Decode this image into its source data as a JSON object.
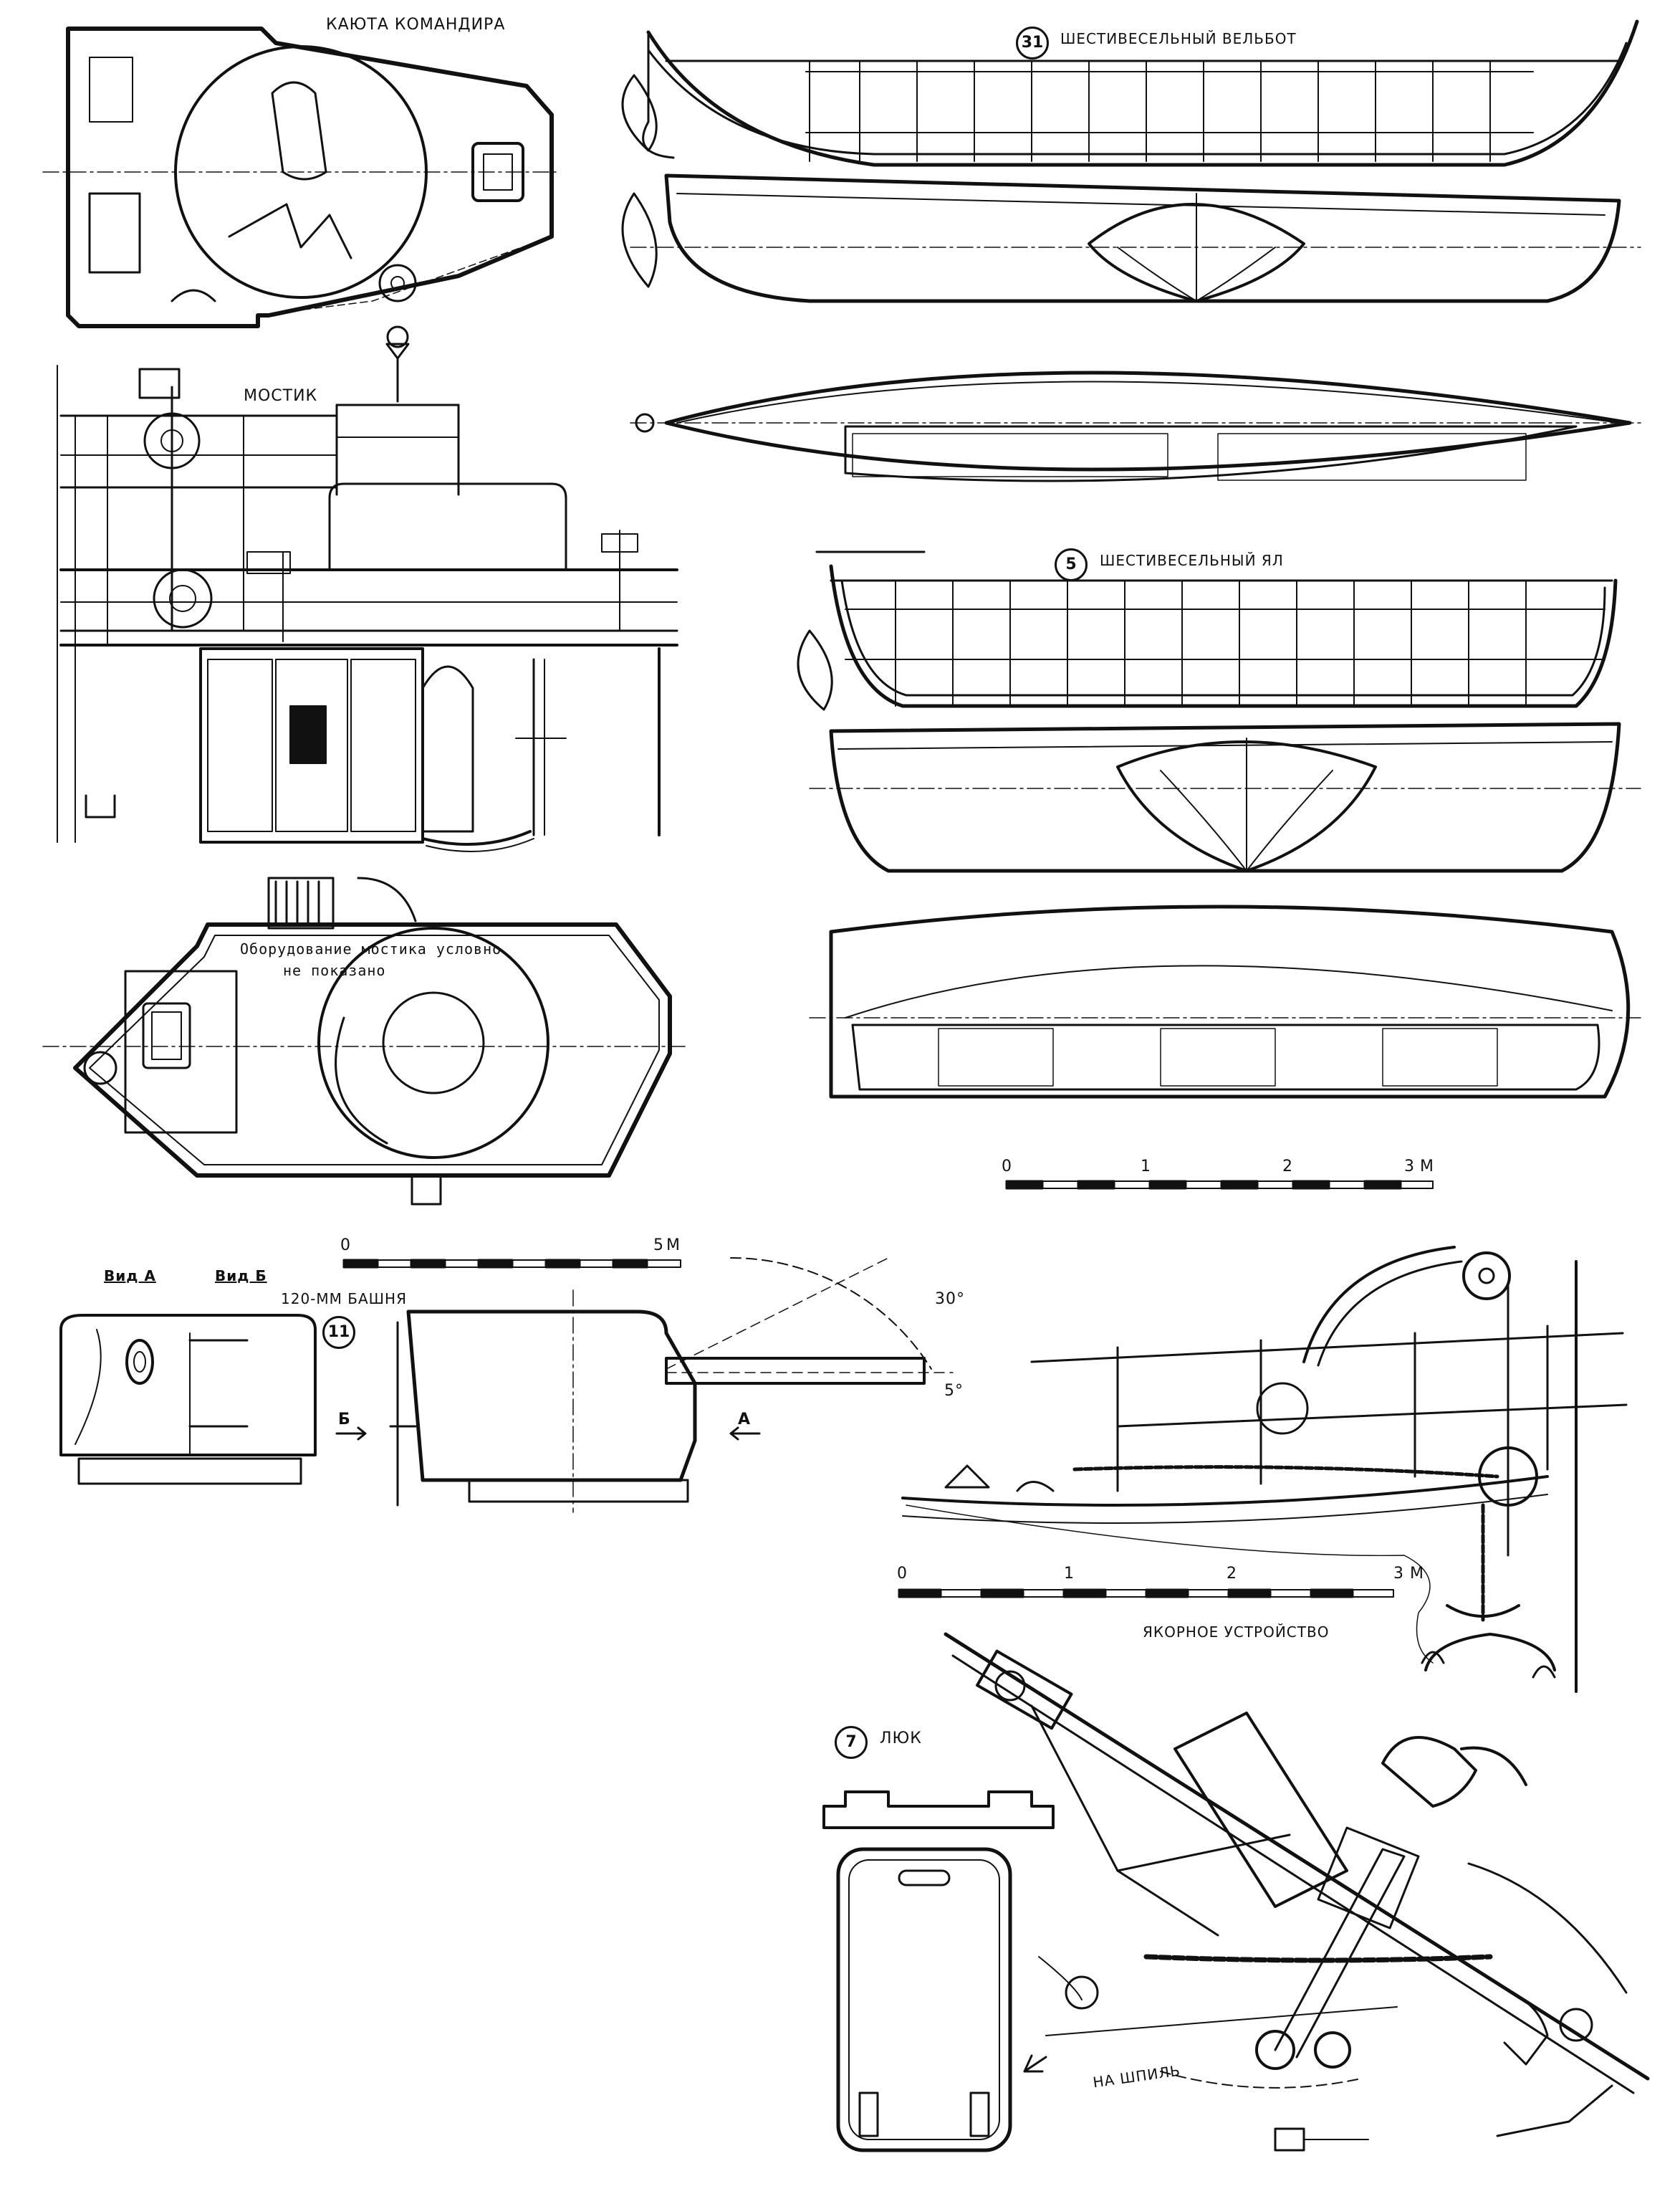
{
  "labels": {
    "commander_cabin": "КАЮТА КОМАНДИРА",
    "bridge": "МОСТИК",
    "bridge_note_line1": "Оборудование мостика условно",
    "bridge_note_line2": "не показано",
    "whaleboat_title": "ШЕСТИВЕСЕЛЬНЫЙ ВЕЛЬБОТ",
    "whaleboat_number": "31",
    "yawl_title": "ШЕСТИВЕСЕЛЬНЫЙ ЯЛ",
    "yawl_number": "5",
    "view_a": "Вид А",
    "view_b": "Вид Б",
    "turret_title": "120-ММ БАШНЯ",
    "turret_number": "11",
    "arrow_b": "Б",
    "arrow_a": "А",
    "angle_30": "30°",
    "angle_5": "5°",
    "anchor_title": "ЯКОРНОЕ УСТРОЙСТВО",
    "hatch_number": "7",
    "hatch_title": "ЛЮК",
    "to_capstan": "НА ШПИЛЬ"
  },
  "scales": {
    "boats": {
      "ticks": [
        "0",
        "1",
        "2",
        "3"
      ],
      "unit": "М"
    },
    "bridge": {
      "ticks": [
        "0",
        "5"
      ],
      "unit": "М"
    },
    "anchor": {
      "ticks": [
        "0",
        "1",
        "2",
        "3"
      ],
      "unit": "М"
    }
  }
}
